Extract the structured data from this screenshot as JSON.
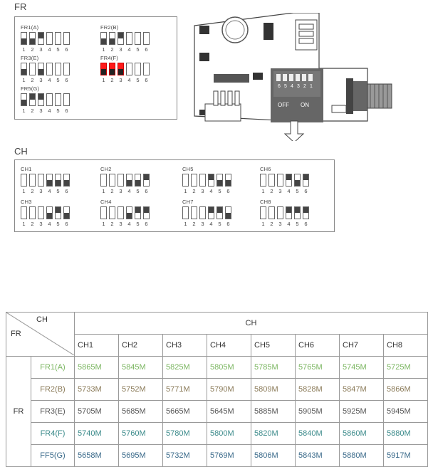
{
  "fr_section": {
    "title": "FR",
    "groups": [
      {
        "label": "FR1(A)",
        "states": [
          "down",
          "down",
          "up",
          "off",
          "off",
          "off"
        ]
      },
      {
        "label": "FR2(B)",
        "states": [
          "down",
          "down",
          "up",
          "off",
          "off",
          "off"
        ]
      },
      {
        "label": "FR3(E)",
        "states": [
          "down",
          "off",
          "down",
          "off",
          "off",
          "off"
        ]
      },
      {
        "label": "FR4(F)",
        "states": [
          "red",
          "red",
          "red",
          "off",
          "off",
          "off"
        ]
      },
      {
        "label": "FR5(G)",
        "states": [
          "down",
          "up",
          "up",
          "off",
          "off",
          "off"
        ]
      }
    ],
    "switch_numbers": [
      "1",
      "2",
      "3",
      "4",
      "5",
      "6"
    ]
  },
  "board": {
    "dip_numbers": [
      "6",
      "5",
      "4",
      "3",
      "2",
      "1"
    ],
    "off_label": "OFF",
    "on_label": "ON"
  },
  "ch_section": {
    "title": "CH",
    "groups": [
      {
        "label": "CH1",
        "states": [
          "off",
          "off",
          "off",
          "down",
          "down",
          "down"
        ]
      },
      {
        "label": "CH2",
        "states": [
          "off",
          "off",
          "off",
          "down",
          "down",
          "up"
        ]
      },
      {
        "label": "CH5",
        "states": [
          "off",
          "off",
          "off",
          "up",
          "down",
          "down"
        ]
      },
      {
        "label": "CH6",
        "states": [
          "off",
          "off",
          "off",
          "up",
          "down",
          "up"
        ]
      },
      {
        "label": "CH3",
        "states": [
          "off",
          "off",
          "off",
          "down",
          "up",
          "down"
        ]
      },
      {
        "label": "CH4",
        "states": [
          "off",
          "off",
          "off",
          "down",
          "up",
          "up"
        ]
      },
      {
        "label": "CH7",
        "states": [
          "off",
          "off",
          "off",
          "up",
          "up",
          "down"
        ]
      },
      {
        "label": "CH8",
        "states": [
          "off",
          "off",
          "off",
          "up",
          "up",
          "up"
        ]
      }
    ],
    "switch_numbers": [
      "1",
      "2",
      "3",
      "4",
      "5",
      "6"
    ]
  },
  "freq_table": {
    "corner_ch": "CH",
    "corner_fr": "FR",
    "header_ch": "CH",
    "side_fr": "FR",
    "columns": [
      "CH1",
      "CH2",
      "CH3",
      "CH4",
      "CH5",
      "CH6",
      "CH7",
      "CH8"
    ],
    "rows": [
      {
        "label": "FR1(A)",
        "color": "#7bb661",
        "values": [
          "5865M",
          "5845M",
          "5825M",
          "5805M",
          "5785M",
          "5765M",
          "5745M",
          "5725M"
        ]
      },
      {
        "label": "FR2(B)",
        "color": "#8a7a58",
        "values": [
          "5733M",
          "5752M",
          "5771M",
          "5790M",
          "5809M",
          "5828M",
          "5847M",
          "5866M"
        ]
      },
      {
        "label": "FR3(E)",
        "color": "#555555",
        "values": [
          "5705M",
          "5685M",
          "5665M",
          "5645M",
          "5885M",
          "5905M",
          "5925M",
          "5945M"
        ]
      },
      {
        "label": "FR4(F)",
        "color": "#3a8a8a",
        "values": [
          "5740M",
          "5760M",
          "5780M",
          "5800M",
          "5820M",
          "5840M",
          "5860M",
          "5880M"
        ]
      },
      {
        "label": "FF5(G)",
        "color": "#3a6a8a",
        "values": [
          "5658M",
          "5695M",
          "5732M",
          "5769M",
          "5806M",
          "5843M",
          "5880M",
          "5917M"
        ]
      }
    ]
  }
}
